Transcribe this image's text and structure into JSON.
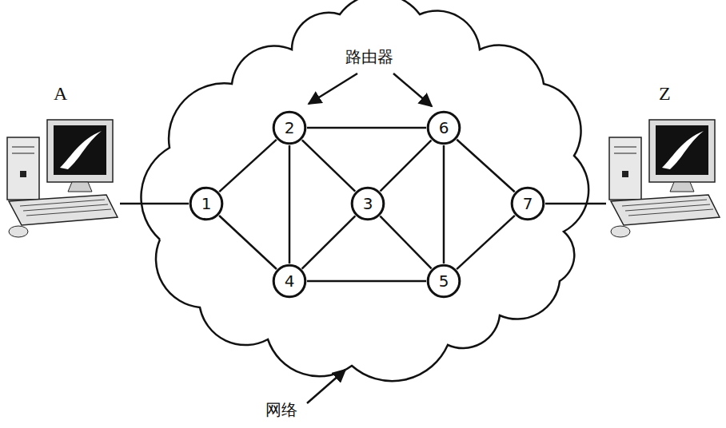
{
  "diagram": {
    "nodes": [
      {
        "text": [
          "A"
        ]
      },
      {
        "text": [
          "网络"
        ]
      },
      {
        "text": [
          "1"
        ],
        "in": 1
      },
      {
        "text": [
          "2"
        ],
        "in": 1
      },
      {
        "text": [
          "3"
        ],
        "in": 1
      },
      {
        "text": [
          "4"
        ],
        "in": 1
      },
      {
        "text": [
          "5"
        ],
        "in": 1
      },
      {
        "text": [
          "6"
        ],
        "in": 1
      },
      {
        "text": [
          "7"
        ],
        "in": 1
      },
      {
        "text": [
          "Z"
        ]
      }
    ],
    "edges": [
      {
        "from": 0,
        "to": 2,
        "arrow": "none"
      },
      {
        "from": 2,
        "to": 3,
        "arrow": "none"
      },
      {
        "from": 2,
        "to": 5,
        "arrow": "none"
      },
      {
        "from": 3,
        "to": 7,
        "arrow": "none"
      },
      {
        "from": 3,
        "to": 5,
        "arrow": "none"
      },
      {
        "from": 3,
        "to": 4,
        "arrow": "none"
      },
      {
        "from": 4,
        "to": 7,
        "arrow": "none"
      },
      {
        "from": 4,
        "to": 5,
        "arrow": "none"
      },
      {
        "from": 4,
        "to": 6,
        "arrow": "none"
      },
      {
        "from": 5,
        "to": 6,
        "arrow": "none"
      },
      {
        "from": 7,
        "to": 6,
        "arrow": "none"
      },
      {
        "from": 7,
        "to": 8,
        "arrow": "none"
      },
      {
        "from": 6,
        "to": 8,
        "arrow": "none"
      },
      {
        "from": 8,
        "to": 9,
        "arrow": "none"
      }
    ],
    "labels": [
      "路由器"
    ]
  }
}
